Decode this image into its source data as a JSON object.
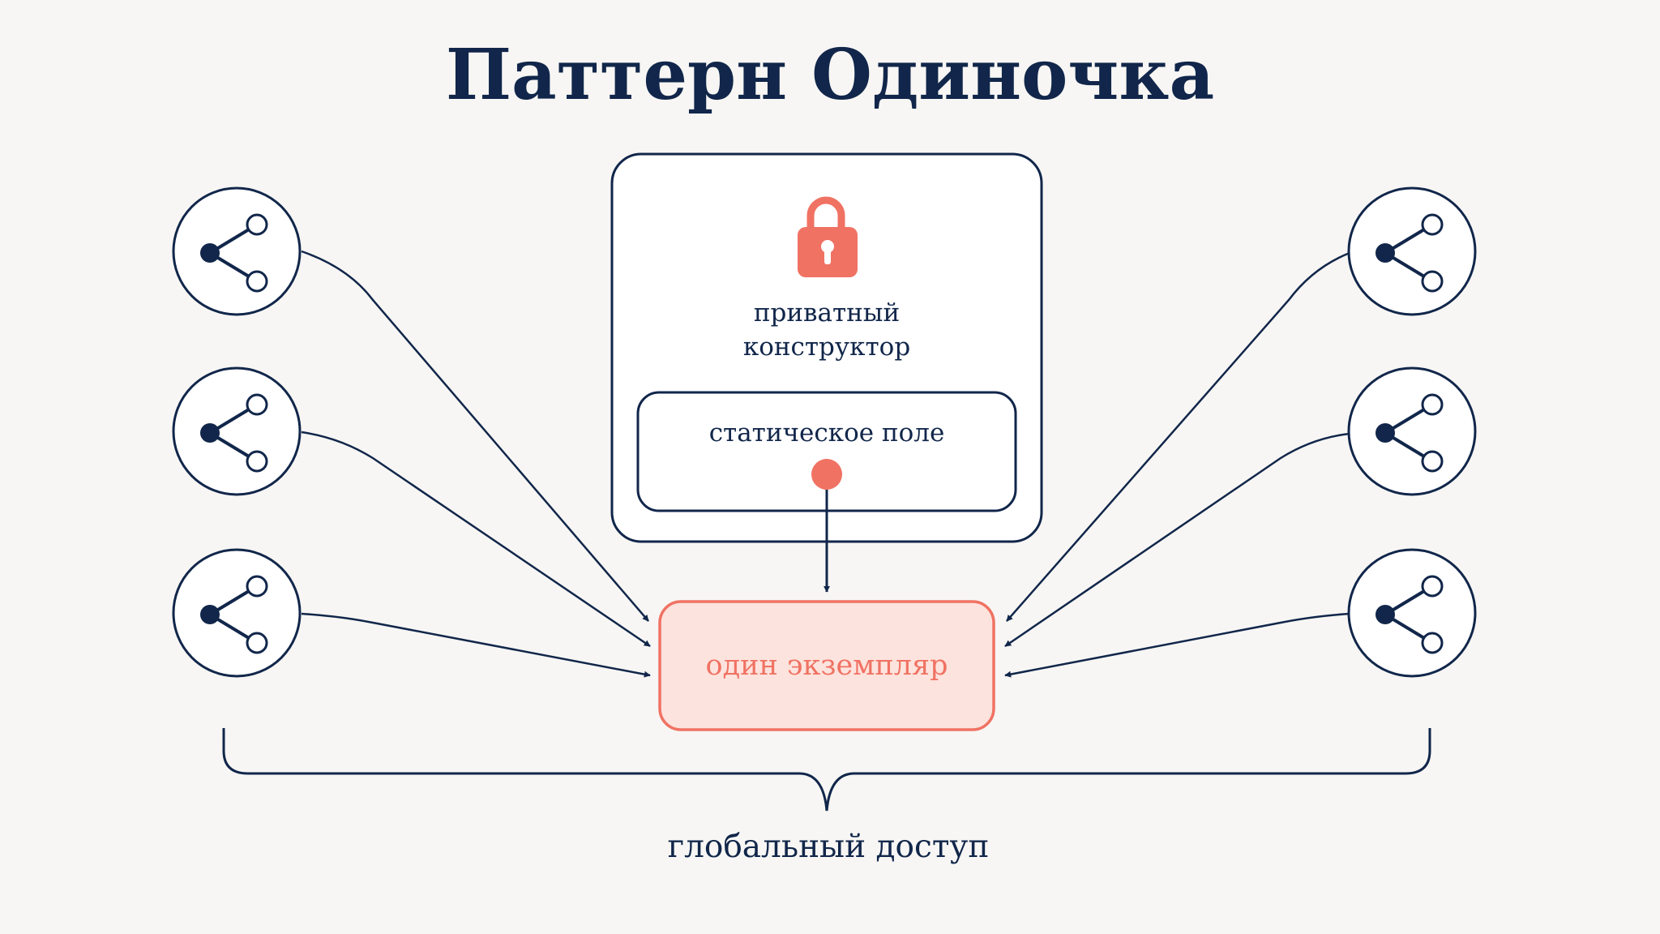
{
  "title": "Паттерн Одиночка",
  "class_box": {
    "lock_icon": "lock-icon",
    "constructor_label_line1": "приватный",
    "constructor_label_line2": "конструктор",
    "static_field_label": "статическое поле"
  },
  "instance": {
    "label": "один экземпляр"
  },
  "clients": {
    "icon": "share-icon",
    "left_count": 3,
    "right_count": 3
  },
  "global_access_label": "глобальный доступ",
  "colors": {
    "navy": "#11264a",
    "accent": "#f07263",
    "accent_fill": "#fde3dd",
    "background": "#f7f6f4"
  }
}
